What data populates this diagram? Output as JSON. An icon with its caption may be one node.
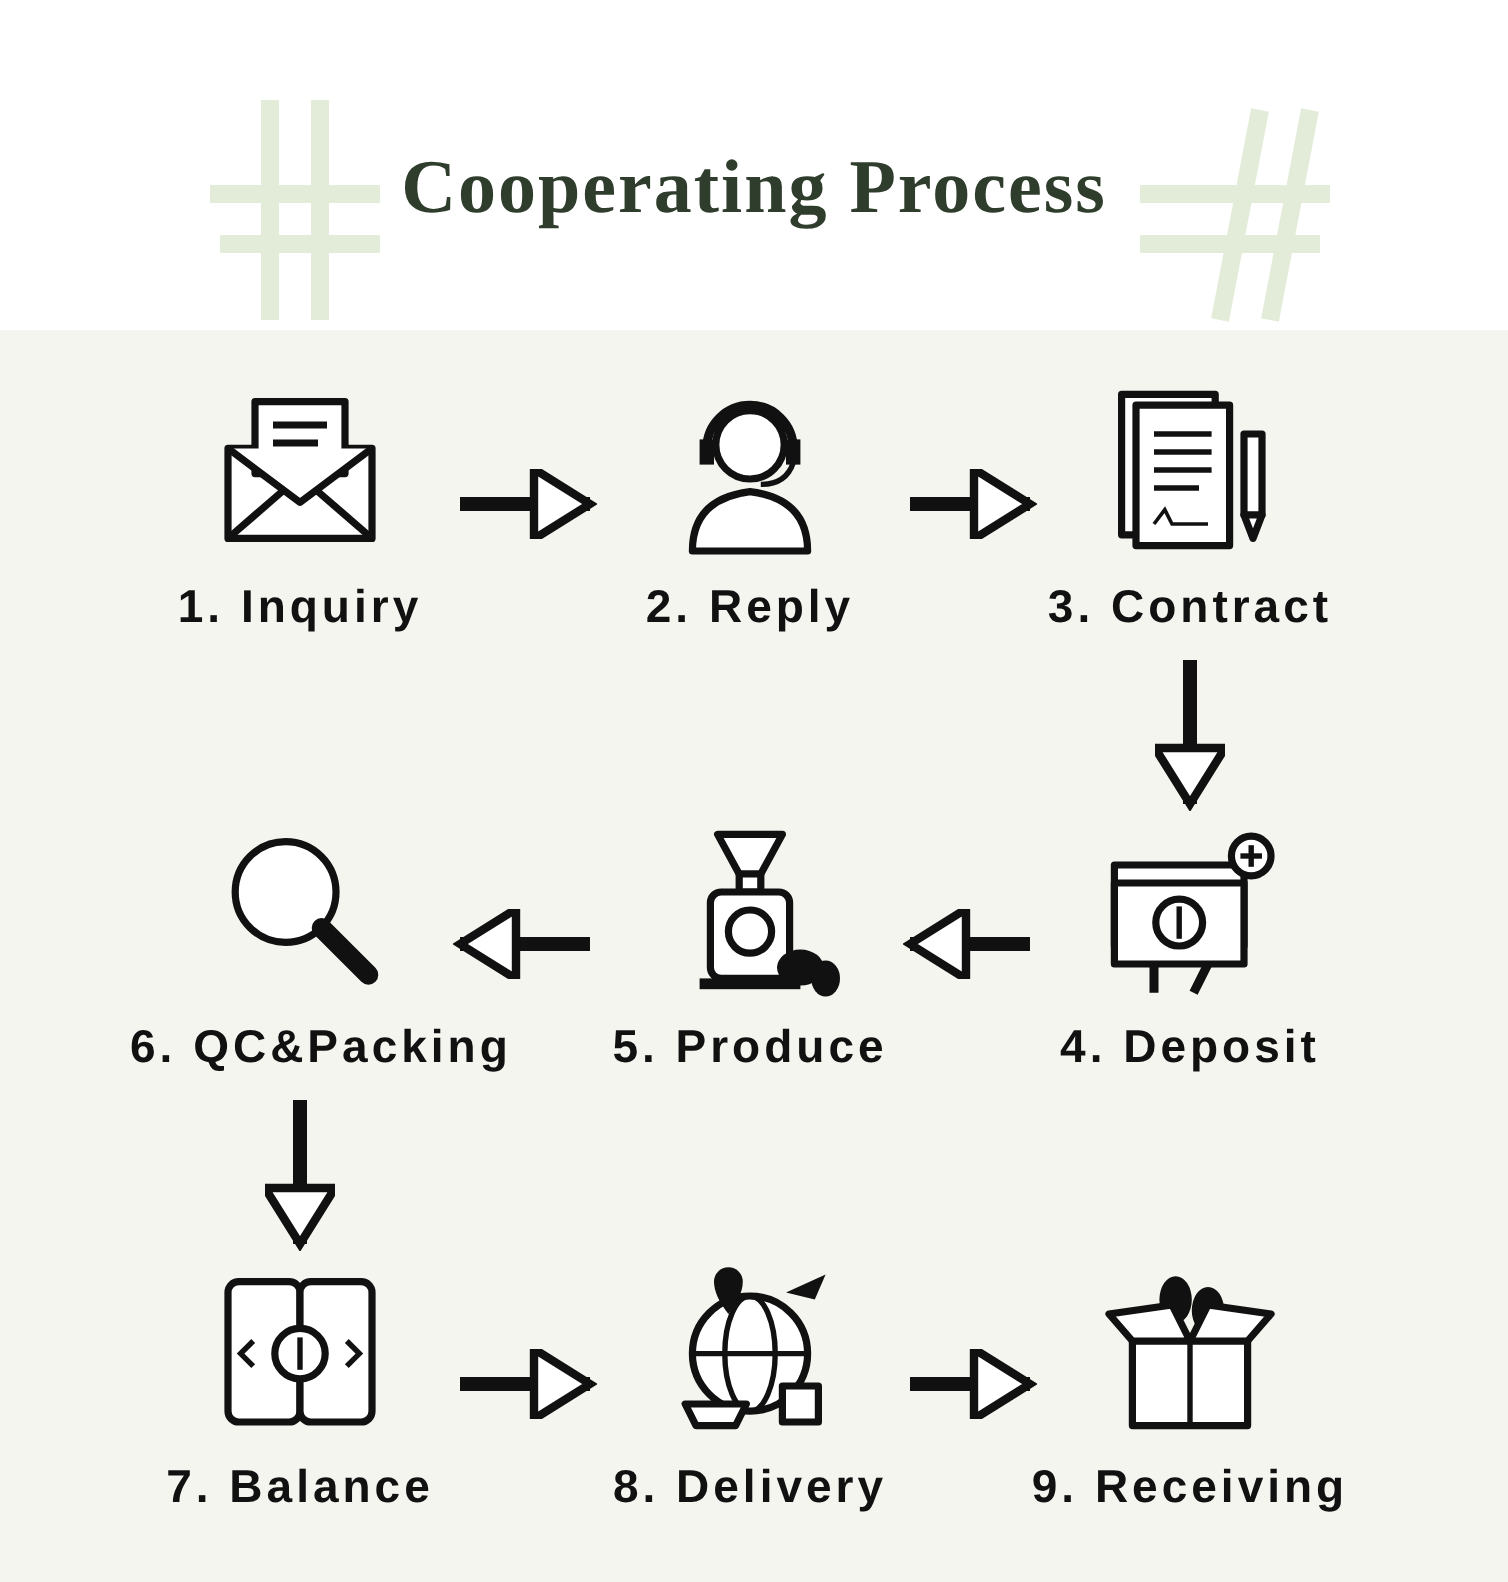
{
  "diagram": {
    "title": "Cooperating Process",
    "nodes": [
      {
        "text": [
          "1. Inquiry"
        ]
      },
      {
        "text": [
          "2. Reply"
        ]
      },
      {
        "text": [
          "3. Contract"
        ]
      },
      {
        "text": [
          "4. Deposit"
        ]
      },
      {
        "text": [
          "5. Produce"
        ]
      },
      {
        "text": [
          "6. QC&Packing"
        ]
      },
      {
        "text": [
          "7. Balance"
        ]
      },
      {
        "text": [
          "8. Delivery"
        ]
      },
      {
        "text": [
          "9. Receiving"
        ]
      }
    ],
    "edges": [
      {
        "from": 0,
        "to": 1,
        "arrow": "to"
      },
      {
        "from": 1,
        "to": 2,
        "arrow": "to"
      },
      {
        "from": 2,
        "to": 3,
        "arrow": "to"
      },
      {
        "from": 3,
        "to": 4,
        "arrow": "to"
      },
      {
        "from": 4,
        "to": 5,
        "arrow": "to"
      },
      {
        "from": 5,
        "to": 6,
        "arrow": "to"
      },
      {
        "from": 6,
        "to": 7,
        "arrow": "to"
      },
      {
        "from": 7,
        "to": 8,
        "arrow": "to"
      }
    ]
  }
}
